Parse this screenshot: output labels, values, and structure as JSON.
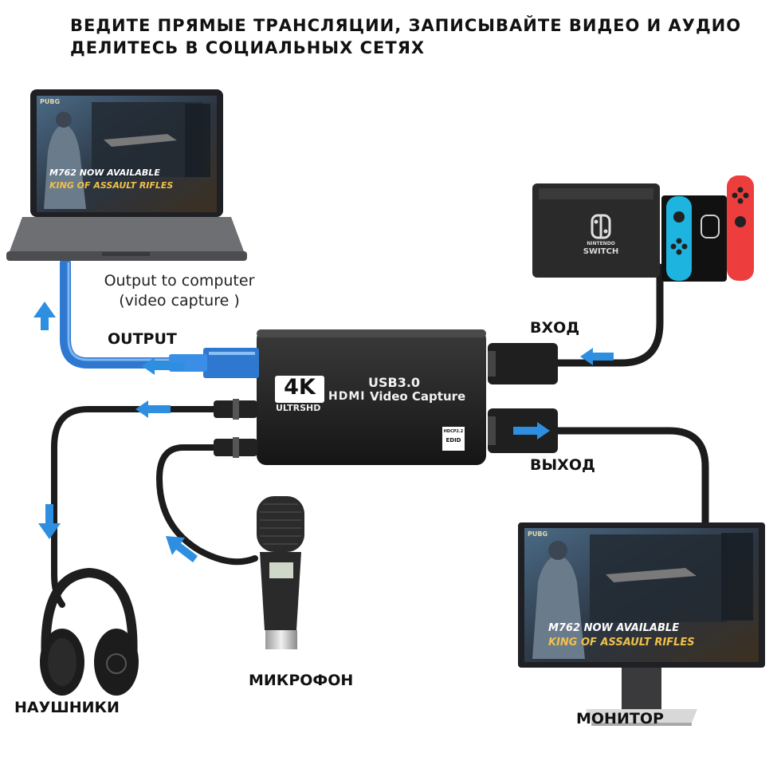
{
  "header": {
    "line1": "ВЕДИТЕ ПРЯМЫЕ ТРАНСЛЯЦИИ, ЗАПИСЫВАЙТЕ ВИДЕО И АУДИО",
    "line2": "ДЕЛИТЕСЬ В СОЦИАЛЬНЫХ СЕТЯХ"
  },
  "labels": {
    "output_note_1": "Output to computer",
    "output_note_2": "(video capture )",
    "output": "OUTPUT",
    "input_ru": "ВХОД",
    "output_ru": "ВЫХОД",
    "microphone": "МИКРОФОН",
    "headphones": "НАУШНИКИ",
    "monitor": "МОНИТОР"
  },
  "device": {
    "badge": "4K",
    "badge_sub": "ULTRSHD",
    "usb": "USB3.0",
    "hdmi": "HDMI",
    "capture": "Video Capture",
    "tag_hdcp": "HDCP2.2",
    "tag_edid": "EDID"
  },
  "game_screen": {
    "logo": "PUBG",
    "promo_1": "M762 NOW AVAILABLE",
    "promo_2": "KING OF ASSAULT RIFLES"
  },
  "switch": {
    "brand_1": "NINTENDO",
    "brand_2": "SWITCH"
  },
  "colors": {
    "arrow_blue": "#2e8fe0",
    "usb_blue": "#3a8ee6",
    "cable_black": "#1c1c1c",
    "device_body": "#2a2a2a",
    "joycon_blue": "#1eb4e0",
    "joycon_red": "#ee3d3d"
  }
}
